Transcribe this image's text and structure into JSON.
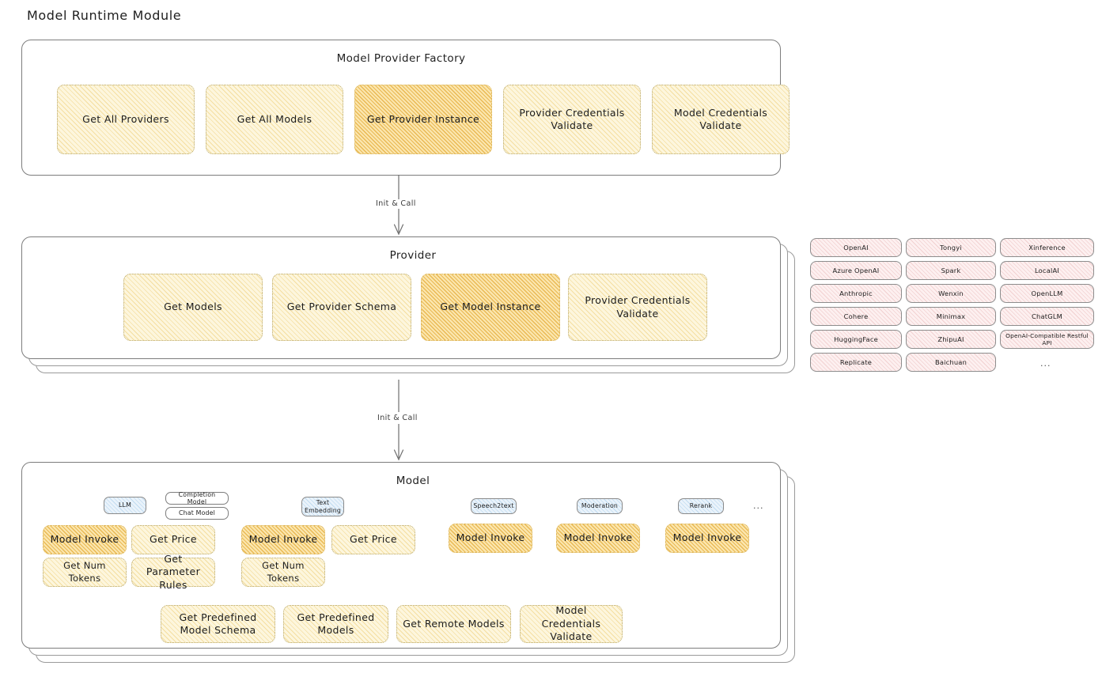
{
  "title": "Model Runtime Module",
  "factory": {
    "title": "Model Provider Factory",
    "nodes": [
      {
        "label": "Get All Providers",
        "highlighted": false
      },
      {
        "label": "Get All Models",
        "highlighted": false
      },
      {
        "label": "Get Provider Instance",
        "highlighted": true
      },
      {
        "label": "Provider Credentials Validate",
        "highlighted": false
      },
      {
        "label": "Model Credentials Validate",
        "highlighted": false
      }
    ]
  },
  "connector_1": {
    "label": "Init & Call"
  },
  "provider": {
    "title": "Provider",
    "nodes": [
      {
        "label": "Get Models",
        "highlighted": false
      },
      {
        "label": "Get Provider Schema",
        "highlighted": false
      },
      {
        "label": "Get Model Instance",
        "highlighted": true
      },
      {
        "label": "Provider Credentials Validate",
        "highlighted": false
      }
    ]
  },
  "provider_list": {
    "columns": [
      [
        "OpenAI",
        "Azure OpenAI",
        "Anthropic",
        "Cohere",
        "HuggingFace",
        "Replicate"
      ],
      [
        "Tongyi",
        "Spark",
        "Wenxin",
        "Minimax",
        "ZhipuAI",
        "Baichuan"
      ],
      [
        "Xinference",
        "LocalAI",
        "OpenLLM",
        "ChatGLM",
        "OpenAI-Compatible Restful API"
      ]
    ],
    "more": "..."
  },
  "connector_2": {
    "label": "Init & Call"
  },
  "model": {
    "title": "Model",
    "more": "...",
    "types": [
      {
        "badge": "LLM",
        "sub_badges": [
          "Completion Model",
          "Chat Model"
        ],
        "nodes": [
          {
            "label": "Model Invoke",
            "highlighted": true
          },
          {
            "label": "Get Price",
            "highlighted": false
          },
          {
            "label": "Get Num Tokens",
            "highlighted": false
          },
          {
            "label": "Get Parameter Rules",
            "highlighted": false
          }
        ]
      },
      {
        "badge": "Text Embedding",
        "sub_badges": [],
        "nodes": [
          {
            "label": "Model Invoke",
            "highlighted": true
          },
          {
            "label": "Get Price",
            "highlighted": false
          },
          {
            "label": "Get Num Tokens",
            "highlighted": false
          }
        ]
      },
      {
        "badge": "Speech2text",
        "sub_badges": [],
        "nodes": [
          {
            "label": "Model Invoke",
            "highlighted": true
          }
        ]
      },
      {
        "badge": "Moderation",
        "sub_badges": [],
        "nodes": [
          {
            "label": "Model Invoke",
            "highlighted": true
          }
        ]
      },
      {
        "badge": "Rerank",
        "sub_badges": [],
        "nodes": [
          {
            "label": "Model Invoke",
            "highlighted": true
          }
        ]
      }
    ],
    "shared_nodes": [
      {
        "label": "Get Predefined Model Schema",
        "highlighted": false
      },
      {
        "label": "Get Predefined Models",
        "highlighted": false
      },
      {
        "label": "Get Remote Models",
        "highlighted": false
      },
      {
        "label": "Model Credentials Validate",
        "highlighted": false
      }
    ]
  },
  "colors": {
    "node_fill": "#fdf6dd",
    "node_highlight_fill": "#fbe6ae",
    "provider_pill_fill": "#fdf0f0",
    "badge_fill": "#eaf3fb",
    "panel_border": "#7d7d7d"
  }
}
